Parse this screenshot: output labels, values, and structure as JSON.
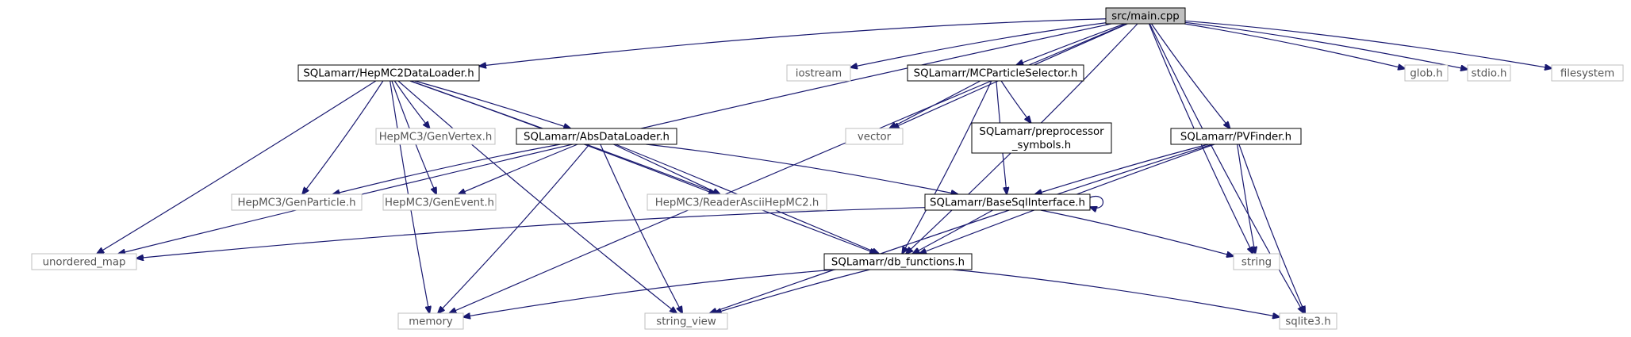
{
  "colors": {
    "edge": "#191970",
    "root_fill": "#bfbfbf",
    "node_fill": "#ffffff",
    "project_border": "#000000",
    "project_text": "#000000",
    "system_border": "#bfbfbf",
    "system_text": "#555555"
  },
  "nodes": [
    {
      "id": "main",
      "lines": [
        "src/main.cpp"
      ],
      "kind": "root"
    },
    {
      "id": "hepmc2loader",
      "lines": [
        "SQLamarr/HepMC2DataLoader.h"
      ],
      "kind": "project"
    },
    {
      "id": "iostream",
      "lines": [
        "iostream"
      ],
      "kind": "system"
    },
    {
      "id": "mcselector",
      "lines": [
        "SQLamarr/MCParticleSelector.h"
      ],
      "kind": "project"
    },
    {
      "id": "glob",
      "lines": [
        "glob.h"
      ],
      "kind": "system"
    },
    {
      "id": "stdio",
      "lines": [
        "stdio.h"
      ],
      "kind": "system"
    },
    {
      "id": "filesystem",
      "lines": [
        "filesystem"
      ],
      "kind": "system"
    },
    {
      "id": "genvertex",
      "lines": [
        "HepMC3/GenVertex.h"
      ],
      "kind": "system"
    },
    {
      "id": "absloader",
      "lines": [
        "SQLamarr/AbsDataLoader.h"
      ],
      "kind": "project"
    },
    {
      "id": "vector",
      "lines": [
        "vector"
      ],
      "kind": "system"
    },
    {
      "id": "preproc",
      "lines": [
        "SQLamarr/preprocessor",
        "_symbols.h"
      ],
      "kind": "project"
    },
    {
      "id": "pvfinder",
      "lines": [
        "SQLamarr/PVFinder.h"
      ],
      "kind": "project"
    },
    {
      "id": "genparticle",
      "lines": [
        "HepMC3/GenParticle.h"
      ],
      "kind": "system"
    },
    {
      "id": "genevent",
      "lines": [
        "HepMC3/GenEvent.h"
      ],
      "kind": "system"
    },
    {
      "id": "readerascii",
      "lines": [
        "HepMC3/ReaderAsciiHepMC2.h"
      ],
      "kind": "system"
    },
    {
      "id": "basesql",
      "lines": [
        "SQLamarr/BaseSqlInterface.h"
      ],
      "kind": "project"
    },
    {
      "id": "unordered_map",
      "lines": [
        "unordered_map"
      ],
      "kind": "system"
    },
    {
      "id": "dbfunctions",
      "lines": [
        "SQLamarr/db_functions.h"
      ],
      "kind": "project"
    },
    {
      "id": "string",
      "lines": [
        "string"
      ],
      "kind": "system"
    },
    {
      "id": "memory",
      "lines": [
        "memory"
      ],
      "kind": "system"
    },
    {
      "id": "string_view",
      "lines": [
        "string_view"
      ],
      "kind": "system"
    },
    {
      "id": "sqlite3",
      "lines": [
        "sqlite3.h"
      ],
      "kind": "system"
    }
  ],
  "edges": [
    [
      "main",
      "hepmc2loader"
    ],
    [
      "main",
      "iostream"
    ],
    [
      "main",
      "mcselector"
    ],
    [
      "main",
      "glob"
    ],
    [
      "main",
      "stdio"
    ],
    [
      "main",
      "filesystem"
    ],
    [
      "main",
      "vector"
    ],
    [
      "main",
      "pvfinder"
    ],
    [
      "main",
      "unordered_map"
    ],
    [
      "main",
      "dbfunctions"
    ],
    [
      "main",
      "string"
    ],
    [
      "main",
      "memory"
    ],
    [
      "main",
      "sqlite3"
    ],
    [
      "hepmc2loader",
      "genvertex"
    ],
    [
      "hepmc2loader",
      "absloader"
    ],
    [
      "hepmc2loader",
      "genparticle"
    ],
    [
      "hepmc2loader",
      "genevent"
    ],
    [
      "hepmc2loader",
      "readerascii"
    ],
    [
      "hepmc2loader",
      "unordered_map"
    ],
    [
      "hepmc2loader",
      "dbfunctions"
    ],
    [
      "hepmc2loader",
      "memory"
    ],
    [
      "hepmc2loader",
      "string_view"
    ],
    [
      "mcselector",
      "vector"
    ],
    [
      "mcselector",
      "preproc"
    ],
    [
      "mcselector",
      "basesql"
    ],
    [
      "mcselector",
      "dbfunctions"
    ],
    [
      "absloader",
      "genparticle"
    ],
    [
      "absloader",
      "genevent"
    ],
    [
      "absloader",
      "readerascii"
    ],
    [
      "absloader",
      "basesql"
    ],
    [
      "absloader",
      "dbfunctions"
    ],
    [
      "absloader",
      "memory"
    ],
    [
      "absloader",
      "string_view"
    ],
    [
      "pvfinder",
      "basesql"
    ],
    [
      "pvfinder",
      "dbfunctions"
    ],
    [
      "pvfinder",
      "string"
    ],
    [
      "pvfinder",
      "sqlite3"
    ],
    [
      "pvfinder",
      "string_view"
    ],
    [
      "basesql",
      "unordered_map"
    ],
    [
      "basesql",
      "dbfunctions"
    ],
    [
      "basesql",
      "string"
    ],
    [
      "basesql",
      "basesql"
    ],
    [
      "dbfunctions",
      "memory"
    ],
    [
      "dbfunctions",
      "string_view"
    ],
    [
      "dbfunctions",
      "sqlite3"
    ]
  ]
}
